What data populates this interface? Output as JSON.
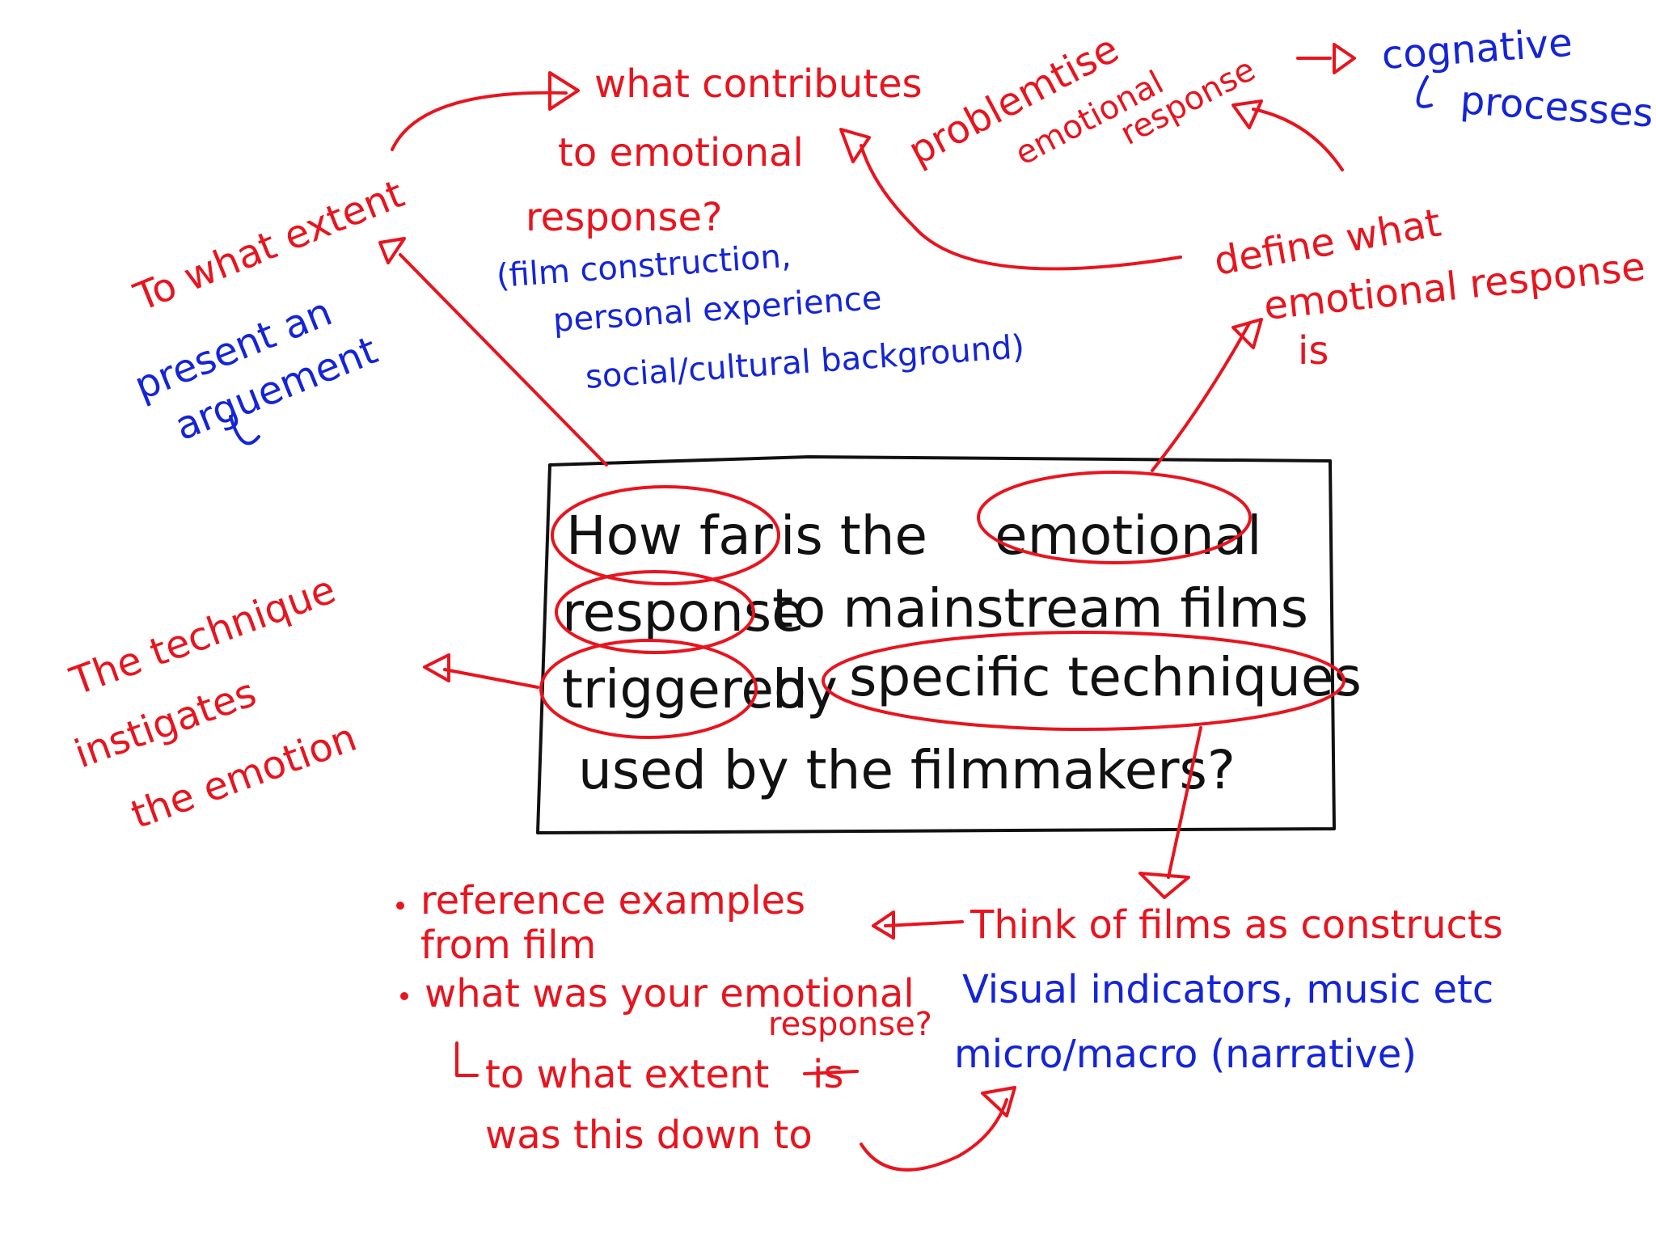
{
  "colors": {
    "red": "#e8141e",
    "blue": "#1424d8",
    "black": "#111111",
    "background": "#ffffff"
  },
  "question": {
    "line1_a": "How far",
    "line1_b": "is the",
    "line1_c": "emotional",
    "line2_a": "response",
    "line2_b": "to mainstream films",
    "line3_a": "triggered",
    "line3_b": "by",
    "line3_c": "specific techniques",
    "line4": "used by the filmmakers?"
  },
  "notes": {
    "to_what_extent": "To what extent",
    "present_line1": "present an",
    "present_line2": "arguement",
    "contributes_line1": "what contributes",
    "contributes_line2": "to emotional",
    "contributes_line3": "response?",
    "factors_line1": "(film construction,",
    "factors_line2": "personal experience",
    "factors_line3": "social/cultural background)",
    "problemtise": "problemtise",
    "emotional_response_1": "emotional",
    "emotional_response_2": "response",
    "cognative_1": "cognative",
    "cognative_2": "processes",
    "define_line1": "define what",
    "define_line2": "emotional response",
    "define_line3": "is",
    "technique_line1": "The technique",
    "technique_line2": "instigates",
    "technique_line3": "the emotion",
    "ref_line1": "reference examples",
    "ref_line2": "from film",
    "what_line1": "what was your emotional",
    "what_line2": "response?",
    "extent_line1": "to what extent",
    "extent_strike": "is",
    "extent_line2": "was this down to",
    "think": "Think of films as constructs",
    "visual": "Visual indicators, music etc",
    "micro": "micro/macro (narrative)"
  }
}
